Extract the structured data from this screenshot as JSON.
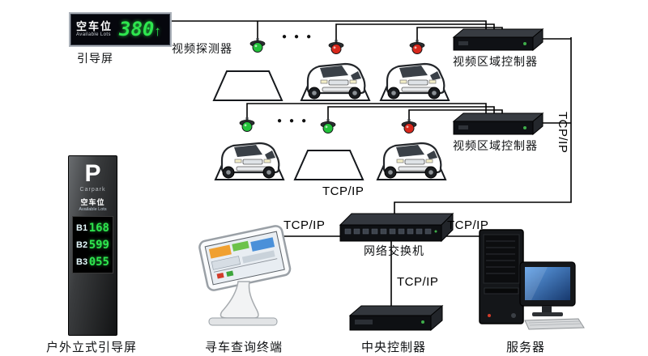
{
  "led_panel": {
    "title_cn": "空车位",
    "title_en": "Available Lots",
    "value": "380",
    "arrow": "↑"
  },
  "labels": {
    "guidance_screen": "引导屏",
    "video_detector": "视频探测器",
    "video_area_controller_1": "视频区域控制器",
    "video_area_controller_2": "视频区域控制器",
    "network_switch": "网络交换机",
    "outdoor_sign": "户外立式引导屏",
    "kiosk": "寻车查询终端",
    "central_controller": "中央控制器",
    "server": "服务器",
    "ellipsis_row1": "●●●",
    "ellipsis_row2": "●●●"
  },
  "tcpip": {
    "right_vertical": "TCP/IP",
    "uplink": "TCP/IP",
    "kiosk_link": "TCP/IP",
    "server_link": "TCP/IP",
    "central_link": "TCP/IP"
  },
  "pillar": {
    "letter": "P",
    "subtitle": "Carpark",
    "avail_cn": "空车位",
    "avail_en": "Available Lots",
    "rows": [
      {
        "floor": "B1",
        "count": "168"
      },
      {
        "floor": "B2",
        "count": "599"
      },
      {
        "floor": "B3",
        "count": "055"
      }
    ]
  },
  "sensors": {
    "row1": [
      "green",
      "red",
      "red"
    ],
    "row2": [
      "green",
      "green",
      "red"
    ]
  },
  "colors": {
    "led_green": "#2ee64e",
    "cam_green": "#23c23a",
    "cam_red": "#d8281c",
    "screen_blue": "#3f7fd9",
    "line_black": "#000000"
  }
}
